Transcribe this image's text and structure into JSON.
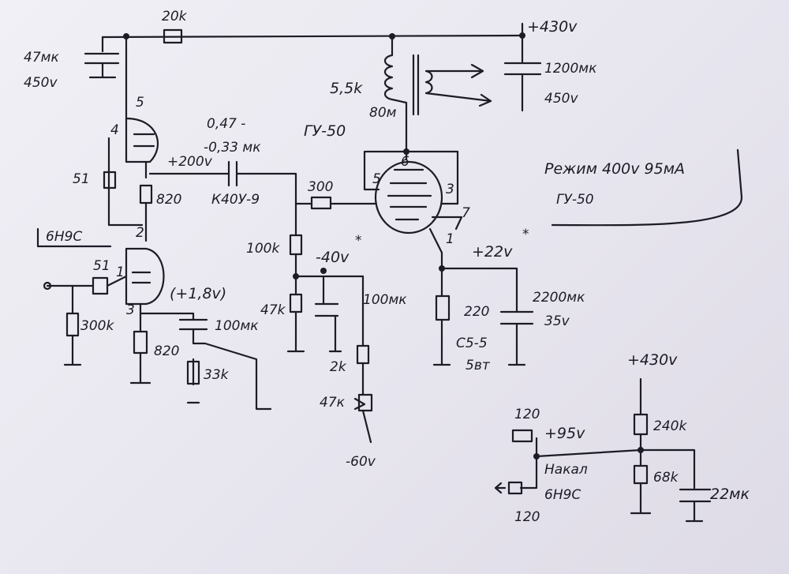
{
  "labels": {
    "r_top": "20k",
    "supply_top": "+430v",
    "cap_in_val": "47мк",
    "cap_in_volt": "450v",
    "tube1_pin5": "5",
    "tube1_pin4": "4",
    "r_51": "51",
    "r_820_top": "820",
    "tube1_name": "6Н9С",
    "cap_coupling": "0,47 -",
    "cap_coupling2": "-0,33 мк",
    "cap_type": "К40У-9",
    "v_200": "+200v",
    "r_300": "300",
    "r_100k": "100k",
    "v_neg40": "-40v",
    "star1": "*",
    "r_47k": "47k",
    "cap_100mk_a": "100мк",
    "r_2k": "2k",
    "pot_47k": "47к",
    "v_neg60": "-60v",
    "tube1_pin2": "2",
    "tube1_pin1": "1",
    "tube1_pin3": "3",
    "r_51b": "51",
    "r_300k": "300k",
    "v_1_8": "(+1,8v)",
    "cap_100mk_b": "100мк",
    "r_820_bot": "820",
    "r_33k": "33k",
    "trans_r": "5,5k",
    "trans_l": "80м",
    "tube2_name": "ГУ-50",
    "tube2_pin6": "6",
    "tube2_pin5": "5",
    "tube2_pin3": "3",
    "tube2_pin7": "7",
    "tube2_pin1": "1",
    "cap_out": "1200мк",
    "cap_out_v": "450v",
    "mode": "Режим 400v 95мА",
    "mode2": "ГУ-50",
    "v_22": "+22v",
    "star2": "*",
    "r_220": "220",
    "cap_2200": "2200мк",
    "cap_2200_v": "35v",
    "cap_type2": "С5-5",
    "r_5w": "5вт",
    "supply2": "+430v",
    "r_240k": "240k",
    "r_120_top": "120",
    "v_95": "+95v",
    "heater": "Накал",
    "heater2": "6Н9С",
    "r_120_bot": "120",
    "r_68k": "68k",
    "cap_22": "22мк"
  }
}
